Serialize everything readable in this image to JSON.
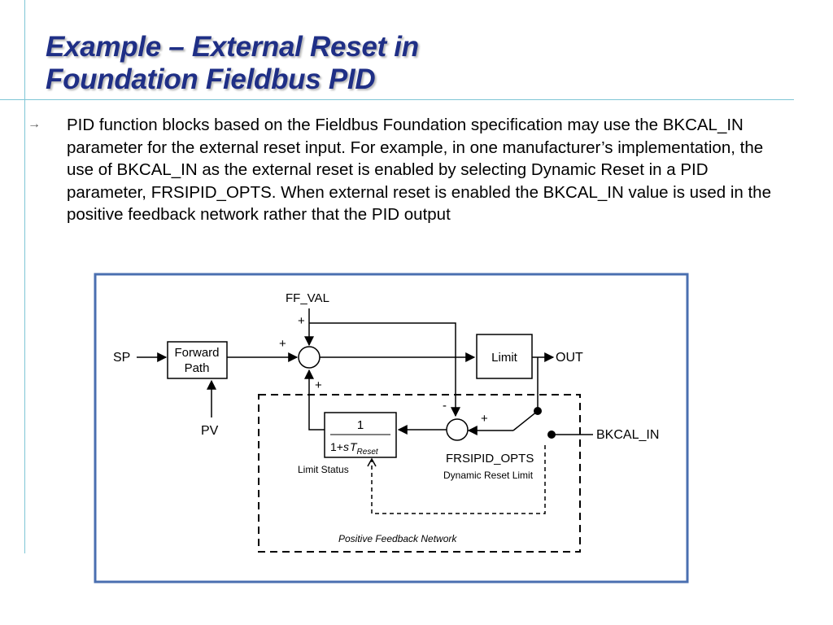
{
  "slide": {
    "title_line1": "Example – External Reset in",
    "title_line2": "Foundation Fieldbus PID",
    "bullet_icon": "right-arrow-icon",
    "bullet_text": "PID function blocks based on the Fieldbus Foundation specification may use the BKCAL_IN parameter for the external reset input. For example, in one manufacturer’s implementation, the use of BKCAL_IN as the external reset is enabled by selecting Dynamic Reset in a PID parameter, FRSIPID_OPTS. When external reset is enabled the BKCAL_IN value is used in the positive feedback network rather that the PID output"
  },
  "diagram": {
    "labels": {
      "sp": "SP",
      "pv": "PV",
      "ff_val": "FF_VAL",
      "forward_path_line1": "Forward",
      "forward_path_line2": "Path",
      "limit": "Limit",
      "out": "OUT",
      "bkcal_in": "BKCAL_IN",
      "frsipid_opts": "FRSIPID_OPTS",
      "dynamic_reset_limit": "Dynamic Reset Limit",
      "limit_status": "Limit Status",
      "positive_feedback_network": "Positive Feedback Network",
      "tf_numerator": "1",
      "tf_denominator_prefix": "1+",
      "tf_s": "s",
      "tf_t": "T",
      "tf_subscript": "Reset",
      "plus_ff": "+",
      "plus_sp": "+",
      "plus_fb": "+",
      "minus_sum2": "-",
      "plus_sum2": "+"
    },
    "colors": {
      "frame": "#4a6fb0",
      "lines": "#000000"
    }
  }
}
